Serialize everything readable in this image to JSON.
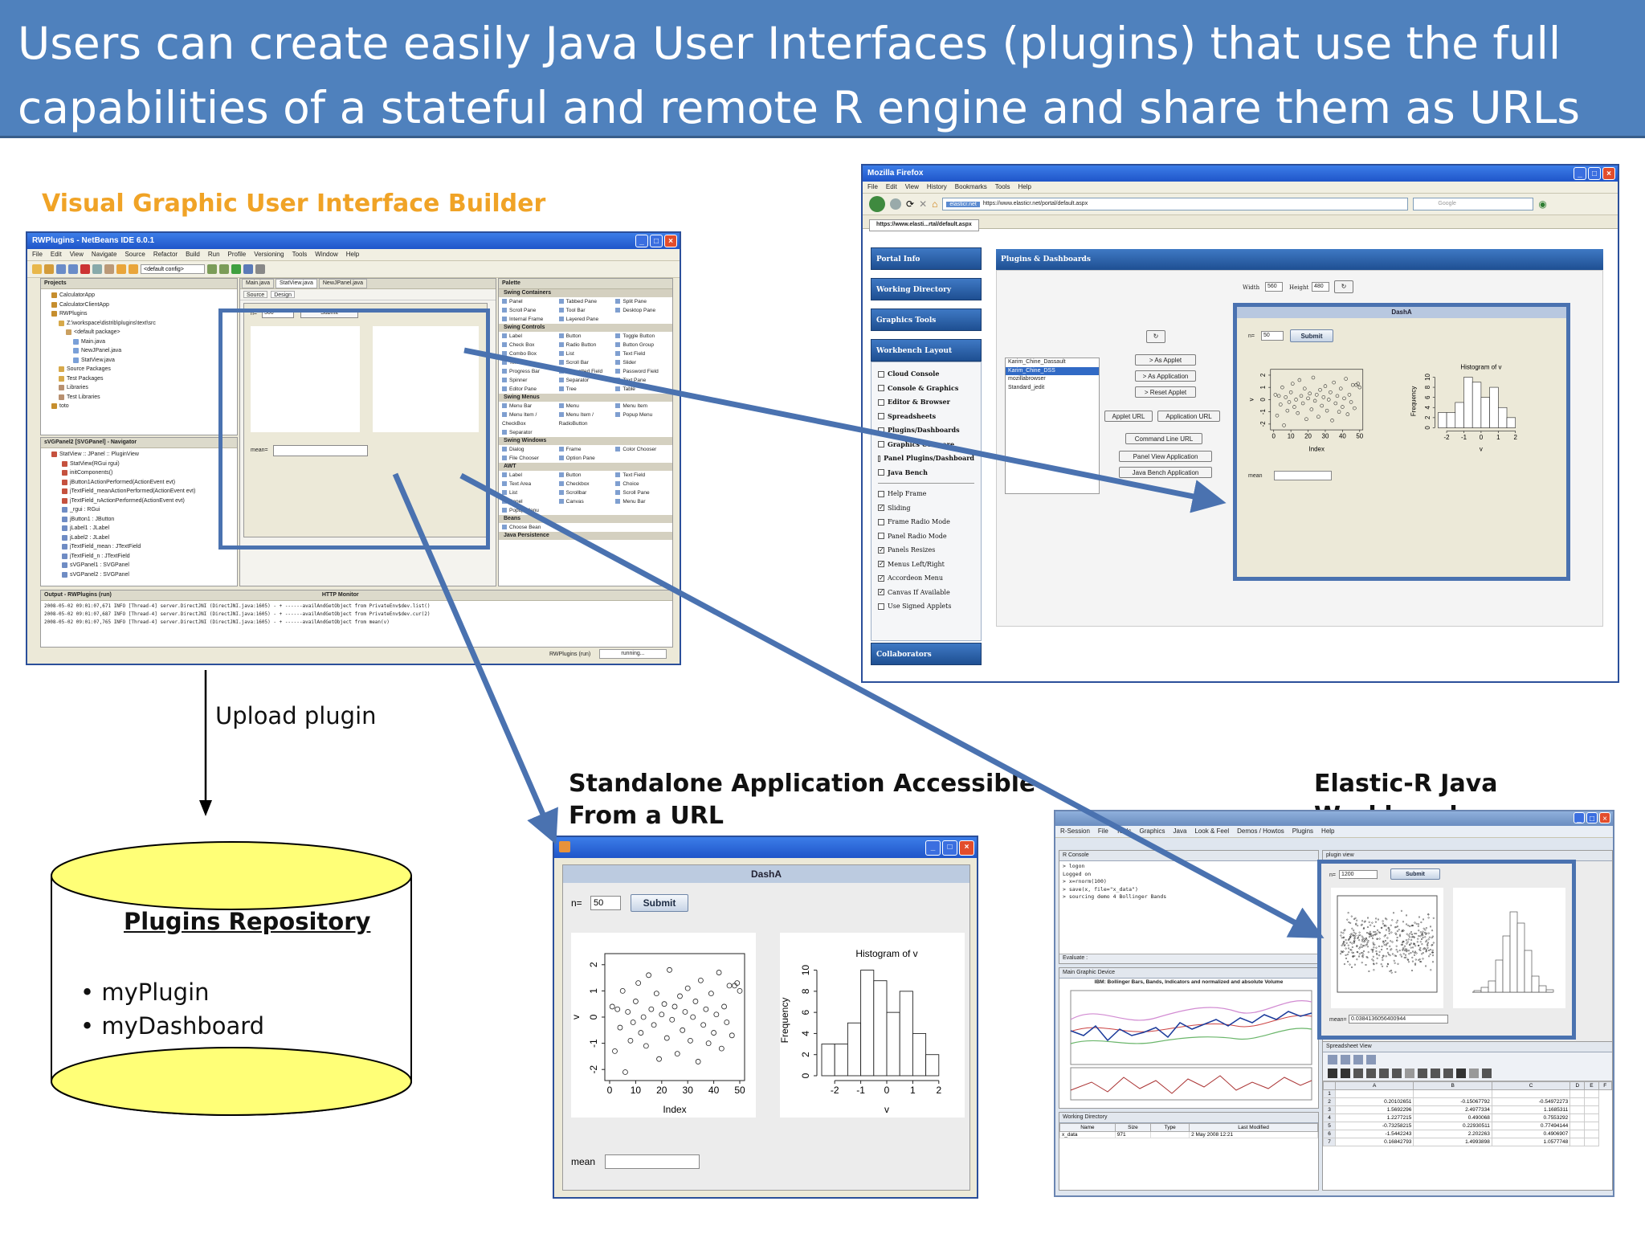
{
  "banner": {
    "line1": "Users can create easily Java User Interfaces (plugins) that use the full",
    "line2": "capabilities of a stateful and remote R engine and share them as URLs"
  },
  "labels": {
    "builder_title": "Visual Graphic User Interface  Builder",
    "upload_plugin": "Upload plugin",
    "standalone_line1": "Standalone Application Accessible",
    "standalone_line2": "From a URL",
    "workbench_title": "Elastic-R Java Workbench"
  },
  "repository": {
    "title": "Plugins Repository",
    "items": [
      "• myPlugin",
      "• myDashboard"
    ]
  },
  "netbeans": {
    "title": "RWPlugins - NetBeans IDE 6.0.1",
    "menu": [
      "File",
      "Edit",
      "View",
      "Navigate",
      "Source",
      "Refactor",
      "Build",
      "Run",
      "Profile",
      "Versioning",
      "Tools",
      "Window",
      "Help"
    ],
    "config": "<default config>",
    "projects_header": "Projects",
    "projects_tree": [
      "CalculatorApp",
      "CalculatorClientApp",
      "RWPlugins",
      "Z:\\workspace\\distrib\\plugins\\text\\src",
      "<default package>",
      "Main.java",
      "NewJPanel.java",
      "StatView.java",
      "Source Packages",
      "Test Packages",
      "Libraries",
      "Test Libraries",
      "toto"
    ],
    "navigator_header": "sVGPanel2 [SVGPanel] - Navigator",
    "navigator_tree": [
      "StatView :: JPanel :: PluginView",
      "StatView(RGui rgui)",
      "initComponents()",
      "jButton1ActionPerformed(ActionEvent evt)",
      "jTextField_meanActionPerformed(ActionEvent evt)",
      "jTextField_nActionPerformed(ActionEvent evt)",
      "_rgui : RGui",
      "jButton1 : JButton",
      "jLabel1 : JLabel",
      "jLabel2 : JLabel",
      "jTextField_mean : JTextField",
      "jTextField_n : JTextField",
      "sVGPanel1 : SVGPanel",
      "sVGPanel2 : SVGPanel"
    ],
    "editor_tabs": [
      "Main.java",
      "StatView.java",
      "NewJPanel.java"
    ],
    "editor_modes": [
      "Source",
      "Design"
    ],
    "form_n_label": "n=",
    "form_n_value": "566",
    "form_submit": "Submit",
    "form_mean_label": "mean=",
    "palette_header": "Palette",
    "palette": [
      {
        "section": "Swing Containers",
        "items": [
          "Panel",
          "Tabbed Pane",
          "Split Pane",
          "Scroll Pane",
          "Tool Bar",
          "Desktop Pane",
          "Internal Frame",
          "Layered Pane"
        ]
      },
      {
        "section": "Swing Controls",
        "items": [
          "Label",
          "Button",
          "Toggle Button",
          "Check Box",
          "Radio Button",
          "Button Group",
          "Combo Box",
          "List",
          "Text Field",
          "Text Area",
          "Scroll Bar",
          "Slider",
          "Progress Bar",
          "Formatted Field",
          "Password Field",
          "Spinner",
          "Separator",
          "Text Pane",
          "Editor Pane",
          "Tree",
          "Table"
        ]
      },
      {
        "section": "Swing Menus",
        "items": [
          "Menu Bar",
          "Menu",
          "Menu Item",
          "Menu Item / CheckBox",
          "Menu Item / RadioButton",
          "Popup Menu",
          "Separator"
        ]
      },
      {
        "section": "Swing Windows",
        "items": [
          "Dialog",
          "Frame",
          "Color Chooser",
          "File Chooser",
          "Option Pane"
        ]
      },
      {
        "section": "AWT",
        "items": [
          "Label",
          "Button",
          "Text Field",
          "Text Area",
          "Checkbox",
          "Choice",
          "List",
          "Scrollbar",
          "Scroll Pane",
          "Panel",
          "Canvas",
          "Menu Bar",
          "Popup Menu"
        ]
      },
      {
        "section": "Beans",
        "items": [
          "Choose Bean"
        ]
      },
      {
        "section": "Java Persistence",
        "items": []
      }
    ],
    "output_header": "Output - RWPlugins (run)",
    "http_monitor": "HTTP Monitor",
    "output_lines": [
      "2008-05-02 09:01:07,671 INFO  [Thread-4] server.DirectJNI (DirectJNI.java:1605) - + ------availAndGetObject  from  PrivateEnv$dev.list()",
      "2008-05-02 09:01:07,687 INFO  [Thread-4] server.DirectJNI (DirectJNI.java:1605) - + ------availAndGetObject  from  PrivateEnv$dev.cur(2)",
      "2008-05-02 09:01:07,765 INFO  [Thread-4] server.DirectJNI (DirectJNI.java:1605) - + ------availAndGetObject  from  mean(v)"
    ],
    "status_run": "RWPlugins (run)",
    "status_running": "running..."
  },
  "firefox": {
    "title": "Mozilla Firefox",
    "menu": [
      "File",
      "Edit",
      "View",
      "History",
      "Bookmarks",
      "Tools",
      "Help"
    ],
    "site_badge": "elasticr.net",
    "url": "https://www.elasticr.net/portal/default.aspx",
    "search_placeholder": "Google",
    "tab_label": "https://www.elasti...rtal/default.aspx",
    "sidebar": [
      "Portal Info",
      "Working Directory",
      "Graphics Tools",
      "Workbench Layout",
      "Collaborators"
    ],
    "layout_options": [
      {
        "label": "Cloud Console",
        "checked": false
      },
      {
        "label": "Console & Graphics",
        "checked": false
      },
      {
        "label": "Editor & Browser",
        "checked": false
      },
      {
        "label": "Spreadsheets",
        "checked": false
      },
      {
        "label": "Plugins/Dashboards",
        "checked": false
      },
      {
        "label": "Graphics Compare",
        "checked": false
      },
      {
        "label": "Panel Plugins/Dashboard",
        "checked": false
      },
      {
        "label": "Java Bench",
        "checked": false
      }
    ],
    "settings_options": [
      {
        "label": "Help Frame",
        "checked": false
      },
      {
        "label": "Sliding",
        "checked": true
      },
      {
        "label": "Frame Radio Mode",
        "checked": false
      },
      {
        "label": "Panel Radio Mode",
        "checked": false
      },
      {
        "label": "Panels Resizes",
        "checked": true
      },
      {
        "label": "Menus Left/Right",
        "checked": true
      },
      {
        "label": "Accordeon Menu",
        "checked": true
      },
      {
        "label": "Canvas If Available",
        "checked": true
      },
      {
        "label": "Use Signed Applets",
        "checked": false
      }
    ],
    "main_header": "Plugins & Dashboards",
    "width_label": "Width",
    "width_value": "560",
    "height_label": "Height",
    "height_value": "480",
    "plugins_list": [
      "Karim_Chine_Dassault",
      "Karim_Chine_DSS",
      "mozillabrowser",
      "Standard_jedit"
    ],
    "buttons": [
      "> As Applet",
      "> As Application",
      "> Reset Applet",
      "Applet URL",
      "Application URL",
      "Command Line URL",
      "Panel View Application",
      "Java Bench Application"
    ]
  },
  "dasha": {
    "title": "DashA",
    "n_label": "n=",
    "n_value": "50",
    "submit": "Submit",
    "mean_label": "mean",
    "scatter": {
      "xlabel": "Index",
      "ylabel": "v",
      "x_ticks": [
        "0",
        "10",
        "20",
        "30",
        "40",
        "50"
      ],
      "y_ticks": [
        "-2",
        "-1",
        "0",
        "1",
        "2"
      ],
      "points": [
        [
          1,
          0.4
        ],
        [
          2,
          -1.3
        ],
        [
          3,
          0.3
        ],
        [
          4,
          -0.4
        ],
        [
          5,
          1.0
        ],
        [
          6,
          -2.1
        ],
        [
          7,
          0.2
        ],
        [
          8,
          -0.9
        ],
        [
          9,
          -0.2
        ],
        [
          10,
          0.6
        ],
        [
          11,
          1.3
        ],
        [
          12,
          -0.6
        ],
        [
          13,
          0.0
        ],
        [
          14,
          -1.1
        ],
        [
          15,
          1.6
        ],
        [
          16,
          0.3
        ],
        [
          17,
          -0.3
        ],
        [
          18,
          0.9
        ],
        [
          19,
          -1.6
        ],
        [
          20,
          0.1
        ],
        [
          21,
          0.5
        ],
        [
          22,
          -0.8
        ],
        [
          23,
          1.8
        ],
        [
          24,
          -0.1
        ],
        [
          25,
          0.4
        ],
        [
          26,
          -1.4
        ],
        [
          27,
          0.8
        ],
        [
          28,
          -0.5
        ],
        [
          29,
          0.2
        ],
        [
          30,
          1.1
        ],
        [
          31,
          -0.9
        ],
        [
          32,
          0.0
        ],
        [
          33,
          0.6
        ],
        [
          34,
          -1.7
        ],
        [
          35,
          1.4
        ],
        [
          36,
          -0.3
        ],
        [
          37,
          0.3
        ],
        [
          38,
          -1.0
        ],
        [
          39,
          0.9
        ],
        [
          40,
          -0.6
        ],
        [
          41,
          0.1
        ],
        [
          42,
          1.7
        ],
        [
          43,
          -1.2
        ],
        [
          44,
          0.4
        ],
        [
          45,
          -0.2
        ],
        [
          46,
          1.2
        ],
        [
          47,
          -0.7
        ],
        [
          48,
          1.2
        ],
        [
          49,
          1.3
        ],
        [
          50,
          1.0
        ]
      ]
    },
    "histogram": {
      "title": "Histogram of v",
      "xlabel": "v",
      "ylabel": "Frequency",
      "x_ticks": [
        "-2",
        "-1",
        "0",
        "1",
        "2"
      ],
      "y_ticks": [
        "0",
        "2",
        "4",
        "6",
        "8",
        "10"
      ],
      "bins": [
        -2.5,
        -2,
        -1.5,
        -1,
        -0.5,
        0,
        0.5,
        1,
        1.5,
        2
      ],
      "counts": [
        3,
        3,
        5,
        10,
        9,
        6,
        8,
        4,
        2
      ]
    }
  },
  "workbench": {
    "menu": [
      "R-Session",
      "File",
      "Tools",
      "Graphics",
      "Java",
      "Look & Feel",
      "Demos / Howtos",
      "Plugins",
      "Help"
    ],
    "console_header": "R Console",
    "console_lines": [
      "> logon",
      "Logged on",
      "> x=rnorm(100)",
      "> save(x, file=\"x_data\")",
      "> sourcing demo 4  Bollinger Bands"
    ],
    "evaluate_label": "Evaluate :",
    "graphic_header": "Main Graphic Device",
    "graphic_title": "IBM: Bollinger Bars, Bands, Indicators and normalized and absolute Volume",
    "plugin_header": "plugin view",
    "plugin_n_label": "n=",
    "plugin_n_value": "1200",
    "plugin_submit": "Submit",
    "plugin_mean_label": "mean=",
    "plugin_mean_value": "0.0384136056400944",
    "spreadsheet_header": "Spreadsheet View",
    "columns": [
      "A",
      "B",
      "C",
      "D",
      "E",
      "F"
    ],
    "rows": [
      [
        "1",
        "",
        "",
        "",
        ""
      ],
      [
        "2",
        "0.20102651",
        "-0.15067792",
        "-0.54972273",
        ""
      ],
      [
        "3",
        "1.5692296",
        "2.4977334",
        "1.1685311",
        ""
      ],
      [
        "4",
        "1.2277215",
        "0.490068",
        "0.7553292",
        ""
      ],
      [
        "5",
        "-0.73258215",
        "0.22930511",
        "0.77494144",
        ""
      ],
      [
        "6",
        "-1.5442243",
        "2.202263",
        "0.4906907",
        ""
      ],
      [
        "7",
        "0.16842793",
        "1.4993898",
        "1.0577748",
        ""
      ]
    ],
    "wd_header": "Working Directory",
    "wd_columns": [
      "Name",
      "Size",
      "Type",
      "Last Modified"
    ],
    "wd_row": [
      "x_data",
      "971",
      "",
      "2 May 2008 12:21"
    ]
  }
}
